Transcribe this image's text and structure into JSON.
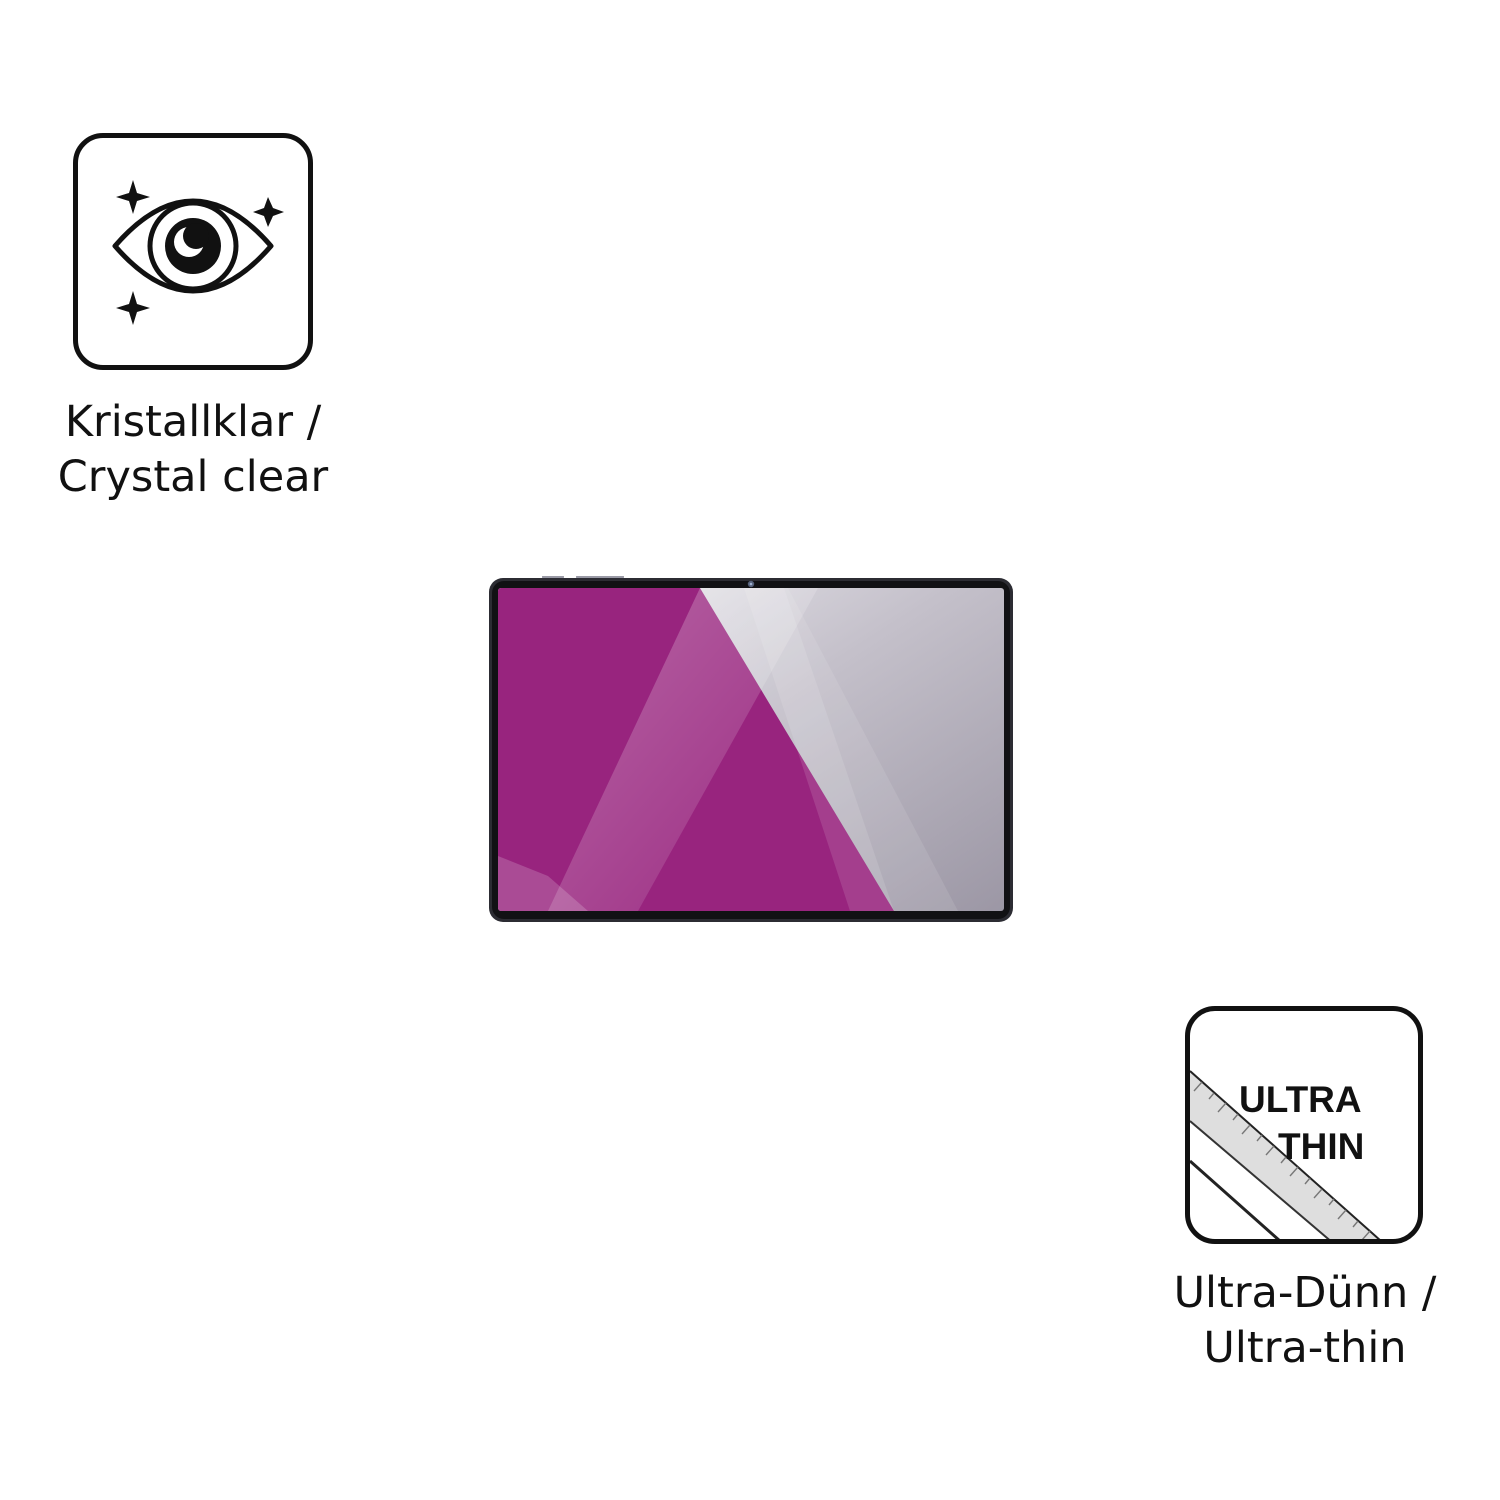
{
  "features": {
    "crystal_clear": {
      "icon": "sparkle-eye-icon",
      "caption_de": "Kristallklar /",
      "caption_en": "Crystal clear"
    },
    "ultra_thin": {
      "icon": "ruler-film-icon",
      "badge_line1": "ULTRA",
      "badge_line2": "THIN",
      "caption_de": "Ultra-Dünn /",
      "caption_en": "Ultra-thin"
    }
  },
  "product": {
    "image": "tablet-with-screen-protector",
    "screen_colors": {
      "magenta": "#98247e",
      "gray": "#a7a2b0",
      "bezel": "#2c2c33"
    }
  }
}
